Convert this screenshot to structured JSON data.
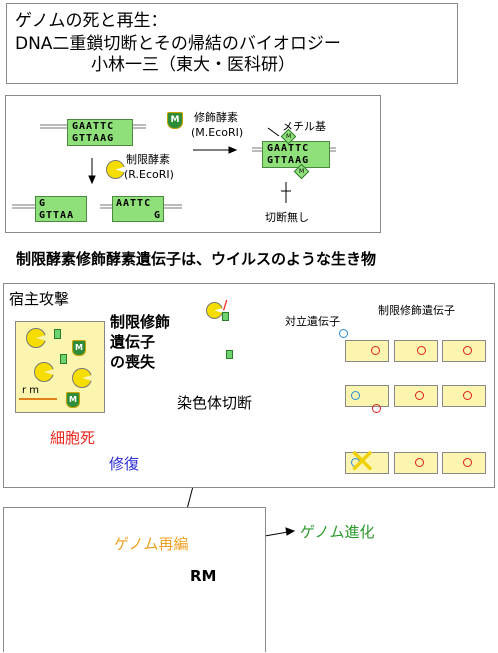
{
  "title": {
    "line1": "ゲノムの死と再生：",
    "line2": "DNA二重鎖切断とその帰結のバイオロジー",
    "line3": "小林一三（東大・医科研）"
  },
  "panel1": {
    "seq_top": "GAATTC",
    "seq_bottom": "GTTAAG",
    "methyl_label": "修飾酵素",
    "methyl_name": "(M.EcoRI)",
    "restriction_label": "制限酵素",
    "restriction_name": "(R.EcoRI)",
    "methyl_group": "メチル基",
    "cut_left_top": "G",
    "cut_left_bottom": "GTTAA",
    "cut_right_top": "AATTC",
    "cut_right_bottom": "G",
    "no_cut": "切断無し",
    "m_badge": "M",
    "methyl_mark": "M"
  },
  "headline": "制限酵素修飾酵素遺伝子は、ウイルスのような生き物",
  "panel2": {
    "host_attack": "宿主攻撃",
    "loss_line1": "制限修飾",
    "loss_line2": "遺伝子",
    "loss_line3": "の喪失",
    "rm": "r m",
    "chromosome_cut": "染色体切断",
    "cell_death": "細胞死",
    "repair": "修復",
    "opposing_gene": "対立遺伝子",
    "rm_gene": "制限修飾遺伝子",
    "m_badge": "M",
    "lightning": "/"
  },
  "panel3": {
    "genome_rearrangement": "ゲノム再編",
    "rm": "RM",
    "genome_evolution": "ゲノム進化"
  },
  "colors": {
    "red": "#e8261c",
    "blue": "#2b2bd6",
    "orange": "#f0a020",
    "green_text": "#2c9a2c"
  }
}
